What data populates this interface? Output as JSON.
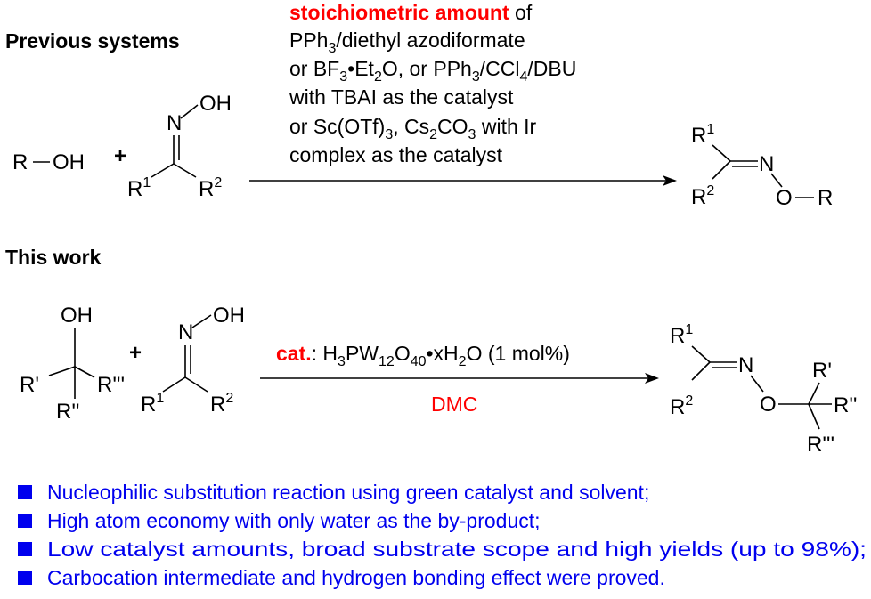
{
  "previous": {
    "heading": "Previous systems",
    "cond_emph": "stoichiometric amount",
    "cond_of": " of",
    "cond_line2": "PPh3/diethyl azodiformate",
    "cond_line3": "or BF3•Et2O, or PPh3/CCl4/DBU",
    "cond_line4": "with TBAI as the catalyst",
    "cond_line5": "or Sc(OTf)3, Cs2CO3 with Ir",
    "cond_line6": "complex as the catalyst",
    "plus": "+",
    "alcohol": {
      "r": "R",
      "oh": "OH"
    },
    "oxime": {
      "n": "N",
      "oh": "OH",
      "r1": "R",
      "r1_sup": "1",
      "r2": "R",
      "r2_sup": "2"
    },
    "product": {
      "r1": "R",
      "r1_sup": "1",
      "r2": "R",
      "r2_sup": "2",
      "n": "N",
      "o": "O",
      "r": "R"
    }
  },
  "this_work": {
    "heading": "This work",
    "cat_label": "cat.",
    "cat_colon": ": ",
    "catalyst": "H3PW12O40•xH2O (1 mol%)",
    "solvent": "DMC",
    "plus": "+",
    "alcohol": {
      "oh": "OH",
      "r1": "R'",
      "r2": "R''",
      "r3": "R'''"
    },
    "oxime": {
      "n": "N",
      "oh": "OH",
      "r1": "R",
      "r1_sup": "1",
      "r2": "R",
      "r2_sup": "2"
    },
    "product": {
      "r1": "R",
      "r1_sup": "1",
      "r2": "R",
      "r2_sup": "2",
      "n": "N",
      "o": "O",
      "rp": "R'",
      "rpp": "R''",
      "rppp": "R'''"
    }
  },
  "bullets": [
    "Nucleophilic substitution reaction using green catalyst and solvent;",
    "High atom economy with only water as the by-product;",
    "Low catalyst amounts, broad substrate scope and high yields (up to 98%);",
    "Carbocation intermediate and hydrogen bonding effect were proved."
  ],
  "colors": {
    "emphasis": "#ff0000",
    "bullet": "#0000ee",
    "text": "#000000"
  }
}
